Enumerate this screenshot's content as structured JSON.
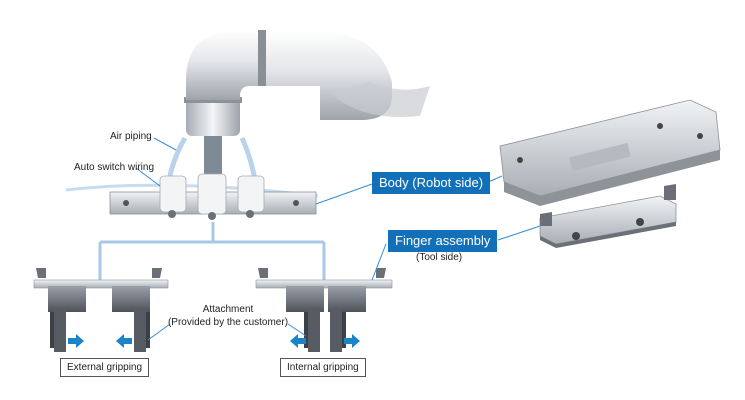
{
  "labels": {
    "air_piping": "Air piping",
    "auto_switch_wiring": "Auto switch wiring",
    "body_robot_side": "Body (Robot side)",
    "finger_assembly": "Finger assembly",
    "tool_side": "(Tool side)",
    "attachment": "Attachment",
    "provided_by_customer": "(Provided by the customer)",
    "external_gripping": "External gripping",
    "internal_gripping": "Internal gripping"
  },
  "colors": {
    "callout_bg": "#1270b8",
    "connector_line": "#a9c8e6",
    "arrow_blue": "#1b84c9",
    "metal_light": "#d9dde2",
    "metal_dark": "#6b7078"
  }
}
